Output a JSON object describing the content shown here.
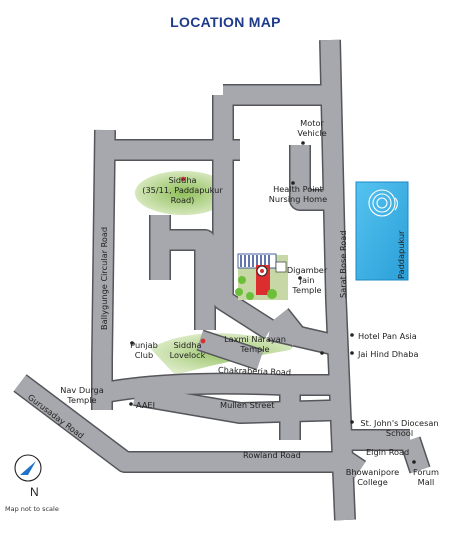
{
  "title": "LOCATION MAP",
  "colors": {
    "road": "#a7a8ad",
    "road_edge": "#55565b",
    "park": "#b9d58f",
    "water": "#3db1e6",
    "site": "#dc2e2e",
    "title": "#1e3a8a",
    "marker": "#222222"
  },
  "places": {
    "siddha_paddapukur": "Siddha\n(35/11, Paddapukur\nRoad)",
    "motor_vehicle": "Motor\nVehicle",
    "health_point": "Health Point\nNursing Home",
    "digamber": "Digamber\nJain\nTemple",
    "paddapukur": "Paddapukur",
    "punjab_club": "Punjab\nClub",
    "siddha_lovelock": "Siddha\nLovelock",
    "laxmi": "Laxmi Narayan\nTemple",
    "hotel_pan_asia": "Hotel Pan Asia",
    "jai_hind": "Jai Hind Dhaba",
    "nav_durga": "Nav Durga\nTemple",
    "aaei": "AAEI",
    "st_johns": "St. John's Diocesan\nSchool",
    "bhowanipore": "Bhowanipore\nCollege",
    "forum": "Forum\nMall"
  },
  "roads": {
    "ballygunge": "Ballygunge Circular Road",
    "sarat_bose": "Sarat Bose Road",
    "chakraberia": "Chakraberia Road",
    "mullen": "Mullen Street",
    "rowland": "Rowland Road",
    "elgin": "Elgin Road",
    "gurusaday": "Gurusaday Road"
  },
  "compass": {
    "letter": "N",
    "icon": "north-arrow-icon"
  },
  "scale_note": "Map not to scale"
}
